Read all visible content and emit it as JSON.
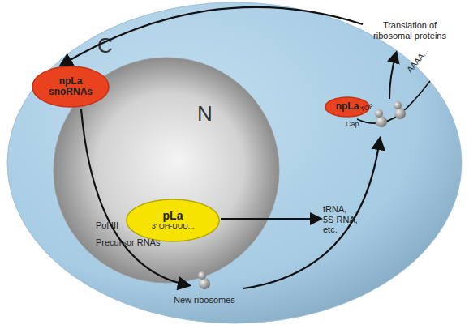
{
  "diagram": {
    "nodes": [
      {
        "text": [
          "C"
        ]
      },
      {
        "text": [
          "N"
        ],
        "in": 0
      },
      {
        "text": [
          "npLa snoRNAs"
        ],
        "in": 1
      },
      {
        "text": [
          "pLa",
          "3' OH-UUU..."
        ],
        "in": 1
      },
      {
        "text": [
          "npLa"
        ],
        "in": 0
      }
    ],
    "labels": [
      "Pol III",
      "Precursor RNAs",
      "tRNA, 5S RNA, etc.",
      "Translation of ribosomal proteins",
      "New ribosomes",
      "Cap",
      "TOP",
      "AAAA..."
    ]
  }
}
